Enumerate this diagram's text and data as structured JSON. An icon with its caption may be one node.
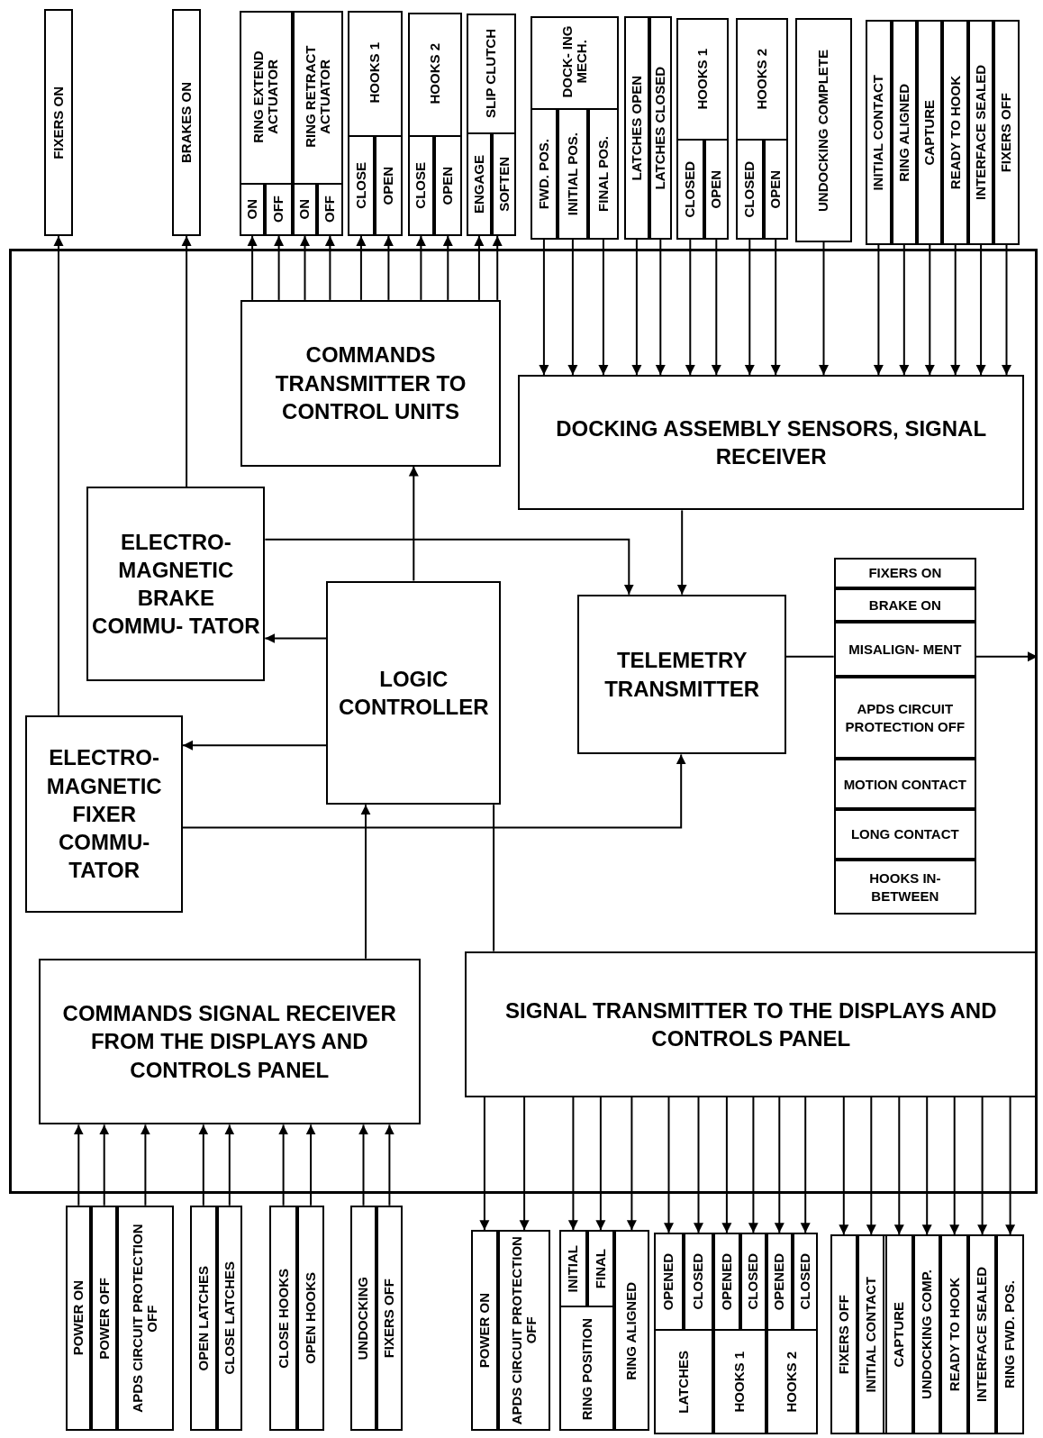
{
  "diagram": {
    "nodes": [
      {
        "text": [
          "FIXERS ON"
        ]
      },
      {
        "text": [
          "BRAKES ON"
        ]
      },
      {
        "text": [
          "RING EXTEND ACTUATOR"
        ]
      },
      {
        "text": [
          "ON"
        ],
        "in": 2
      },
      {
        "text": [
          "OFF"
        ],
        "in": 2
      },
      {
        "text": [
          "RING RETRACT ACTUATOR"
        ]
      },
      {
        "text": [
          "ON"
        ],
        "in": 5
      },
      {
        "text": [
          "OFF"
        ],
        "in": 5
      },
      {
        "text": [
          "HOOKS 1"
        ]
      },
      {
        "text": [
          "CLOSE"
        ],
        "in": 8
      },
      {
        "text": [
          "OPEN"
        ],
        "in": 8
      },
      {
        "text": [
          "HOOKS 2"
        ]
      },
      {
        "text": [
          "CLOSE"
        ],
        "in": 11
      },
      {
        "text": [
          "OPEN"
        ],
        "in": 11
      },
      {
        "text": [
          "SLIP CLUTCH"
        ]
      },
      {
        "text": [
          "ENGAGE"
        ],
        "in": 14
      },
      {
        "text": [
          "SOFTEN"
        ],
        "in": 14
      },
      {
        "text": [
          "DOCK- ING MECH."
        ]
      },
      {
        "text": [
          "FWD. POS."
        ],
        "in": 17
      },
      {
        "text": [
          "INITIAL POS."
        ],
        "in": 17
      },
      {
        "text": [
          "FINAL POS."
        ],
        "in": 17
      },
      {
        "text": [],
        "shape": "box"
      },
      {
        "text": [
          "LATCHES OPEN"
        ],
        "in": 21
      },
      {
        "text": [
          "LATCHES CLOSED"
        ],
        "in": 21
      },
      {
        "text": [
          "HOOKS 1"
        ]
      },
      {
        "text": [
          "CLOSED"
        ],
        "in": 24
      },
      {
        "text": [
          "OPEN"
        ],
        "in": 24
      },
      {
        "text": [
          "HOOKS 2"
        ]
      },
      {
        "text": [
          "CLOSED"
        ],
        "in": 27
      },
      {
        "text": [
          "OPEN"
        ],
        "in": 27
      },
      {
        "text": [
          "UNDOCKING COMPLETE"
        ]
      },
      {
        "text": [],
        "shape": "box"
      },
      {
        "text": [
          "INITIAL CONTACT"
        ],
        "in": 31
      },
      {
        "text": [
          "RING ALIGNED"
        ],
        "in": 31
      },
      {
        "text": [
          "CAPTURE"
        ],
        "in": 31
      },
      {
        "text": [
          "READY TO HOOK"
        ],
        "in": 31
      },
      {
        "text": [
          "INTERFACE SEALED"
        ],
        "in": 31
      },
      {
        "text": [
          "FIXERS OFF"
        ],
        "in": 31
      },
      {
        "text": [],
        "shape": "box"
      },
      {
        "text": [
          "COMMANDS TRANSMITTER TO CONTROL UNITS"
        ],
        "in": 38
      },
      {
        "text": [
          "DOCKING ASSEMBLY SENSORS, SIGNAL RECEIVER"
        ],
        "in": 38
      },
      {
        "text": [
          "ELECTRO- MAGNETIC BRAKE COMMU- TATOR"
        ],
        "in": 38
      },
      {
        "text": [
          "LOGIC CONTROLLER"
        ],
        "in": 38
      },
      {
        "text": [
          "TELEMETRY TRANSMITTER"
        ],
        "in": 38
      },
      {
        "text": [],
        "shape": "box",
        "in": 38
      },
      {
        "text": [
          "FIXERS ON"
        ],
        "in": 44
      },
      {
        "text": [
          "BRAKE ON"
        ],
        "in": 44
      },
      {
        "text": [
          "MISALIGN- MENT"
        ],
        "in": 44
      },
      {
        "text": [
          "APDS CIRCUIT PROTECTION OFF"
        ],
        "in": 44
      },
      {
        "text": [
          "MOTION CONTACT"
        ],
        "in": 44
      },
      {
        "text": [
          "LONG CONTACT"
        ],
        "in": 44
      },
      {
        "text": [
          "HOOKS IN-BETWEEN"
        ],
        "in": 44
      },
      {
        "text": [
          "ELECTRO- MAGNETIC FIXER COMMU- TATOR"
        ],
        "in": 38
      },
      {
        "text": [
          "COMMANDS SIGNAL RECEIVER FROM THE DISPLAYS AND CONTROLS PANEL"
        ],
        "in": 38
      },
      {
        "text": [
          "SIGNAL TRANSMITTER TO THE DISPLAYS AND CONTROLS PANEL"
        ],
        "in": 38
      },
      {
        "text": [],
        "shape": "box"
      },
      {
        "text": [
          "POWER ON"
        ],
        "in": 55
      },
      {
        "text": [
          "POWER OFF"
        ],
        "in": 55
      },
      {
        "text": [
          "APDS CIRCUIT PROTECTION OFF"
        ],
        "in": 55
      },
      {
        "text": [],
        "shape": "box"
      },
      {
        "text": [
          "OPEN LATCHES"
        ],
        "in": 59
      },
      {
        "text": [
          "CLOSE LATCHES"
        ],
        "in": 59
      },
      {
        "text": [],
        "shape": "box"
      },
      {
        "text": [
          "CLOSE HOOKS"
        ],
        "in": 62
      },
      {
        "text": [
          "OPEN HOOKS"
        ],
        "in": 62
      },
      {
        "text": [],
        "shape": "box"
      },
      {
        "text": [
          "UNDOCKING"
        ],
        "in": 65
      },
      {
        "text": [
          "FIXERS OFF"
        ],
        "in": 65
      },
      {
        "text": [],
        "shape": "box"
      },
      {
        "text": [
          "POWER ON"
        ],
        "in": 68
      },
      {
        "text": [
          "APDS CIRCUIT PROTECTION OFF"
        ],
        "in": 68
      },
      {
        "text": [],
        "shape": "box"
      },
      {
        "text": [
          "RING POSITION"
        ],
        "in": 71
      },
      {
        "text": [
          "INITIAL"
        ],
        "in": 72
      },
      {
        "text": [
          "FINAL"
        ],
        "in": 72
      },
      {
        "text": [
          "RING ALIGNED"
        ],
        "in": 71
      },
      {
        "text": [],
        "shape": "box"
      },
      {
        "text": [
          "LATCHES"
        ],
        "in": 76
      },
      {
        "text": [
          "OPENED"
        ],
        "in": 77
      },
      {
        "text": [
          "CLOSED"
        ],
        "in": 77
      },
      {
        "text": [
          "HOOKS 1"
        ],
        "in": 76
      },
      {
        "text": [
          "OPENED"
        ],
        "in": 80
      },
      {
        "text": [
          "CLOSED"
        ],
        "in": 80
      },
      {
        "text": [
          "HOOKS 2"
        ],
        "in": 76
      },
      {
        "text": [
          "OPENED"
        ],
        "in": 83
      },
      {
        "text": [
          "CLOSED"
        ],
        "in": 83
      },
      {
        "text": [],
        "shape": "box"
      },
      {
        "text": [
          "FIXERS OFF"
        ],
        "in": 86
      },
      {
        "text": [
          "INITIAL CONTACT"
        ],
        "in": 86
      },
      {
        "text": [
          "CAPTURE"
        ],
        "in": 86
      },
      {
        "text": [
          "UNDOCKING COMP."
        ],
        "in": 86
      },
      {
        "text": [
          "READY TO HOOK"
        ],
        "in": 86
      },
      {
        "text": [
          "INTERFACE SEALED"
        ],
        "in": 86
      },
      {
        "text": [
          "RING FWD. POS."
        ],
        "in": 86
      }
    ],
    "edges": [
      {
        "from": 52,
        "to": 0,
        "arrow": "to"
      },
      {
        "from": 41,
        "to": 1,
        "arrow": "to"
      },
      {
        "from": 39,
        "to": 3,
        "arrow": "to"
      },
      {
        "from": 39,
        "to": 4,
        "arrow": "to"
      },
      {
        "from": 39,
        "to": 6,
        "arrow": "to"
      },
      {
        "from": 39,
        "to": 7,
        "arrow": "to"
      },
      {
        "from": 39,
        "to": 9,
        "arrow": "to"
      },
      {
        "from": 39,
        "to": 10,
        "arrow": "to"
      },
      {
        "from": 39,
        "to": 12,
        "arrow": "to"
      },
      {
        "from": 39,
        "to": 13,
        "arrow": "to"
      },
      {
        "from": 39,
        "to": 15,
        "arrow": "to"
      },
      {
        "from": 39,
        "to": 16,
        "arrow": "to"
      },
      {
        "from": 18,
        "to": 40,
        "arrow": "to"
      },
      {
        "from": 19,
        "to": 40,
        "arrow": "to"
      },
      {
        "from": 20,
        "to": 40,
        "arrow": "to"
      },
      {
        "from": 22,
        "to": 40,
        "arrow": "to"
      },
      {
        "from": 23,
        "to": 40,
        "arrow": "to"
      },
      {
        "from": 25,
        "to": 40,
        "arrow": "to"
      },
      {
        "from": 26,
        "to": 40,
        "arrow": "to"
      },
      {
        "from": 28,
        "to": 40,
        "arrow": "to"
      },
      {
        "from": 29,
        "to": 40,
        "arrow": "to"
      },
      {
        "from": 30,
        "to": 40,
        "arrow": "to"
      },
      {
        "from": 32,
        "to": 40,
        "arrow": "to"
      },
      {
        "from": 33,
        "to": 40,
        "arrow": "to"
      },
      {
        "from": 34,
        "to": 40,
        "arrow": "to"
      },
      {
        "from": 35,
        "to": 40,
        "arrow": "to"
      },
      {
        "from": 36,
        "to": 40,
        "arrow": "to"
      },
      {
        "from": 37,
        "to": 40,
        "arrow": "to"
      },
      {
        "from": 42,
        "to": 39,
        "arrow": "to"
      },
      {
        "from": 40,
        "to": 43,
        "arrow": "to"
      },
      {
        "from": 41,
        "to": 43,
        "arrow": "to"
      },
      {
        "from": 42,
        "to": 41,
        "arrow": "to"
      },
      {
        "from": 42,
        "to": 52,
        "arrow": "to"
      },
      {
        "from": 52,
        "to": 43,
        "arrow": "to"
      },
      {
        "from": 53,
        "to": 42,
        "arrow": "to"
      },
      {
        "from": 42,
        "to": 54,
        "arrow": "none"
      },
      {
        "from": 43,
        "to": 44,
        "arrow": "none"
      },
      {
        "from": 44,
        "to": null,
        "arrow": "to"
      },
      {
        "from": 56,
        "to": 53,
        "arrow": "to"
      },
      {
        "from": 57,
        "to": 53,
        "arrow": "to"
      },
      {
        "from": 58,
        "to": 53,
        "arrow": "to"
      },
      {
        "from": 60,
        "to": 53,
        "arrow": "to"
      },
      {
        "from": 61,
        "to": 53,
        "arrow": "to"
      },
      {
        "from": 63,
        "to": 53,
        "arrow": "to"
      },
      {
        "from": 64,
        "to": 53,
        "arrow": "to"
      },
      {
        "from": 66,
        "to": 53,
        "arrow": "to"
      },
      {
        "from": 67,
        "to": 53,
        "arrow": "to"
      },
      {
        "from": 54,
        "to": 69,
        "arrow": "to"
      },
      {
        "from": 54,
        "to": 70,
        "arrow": "to"
      },
      {
        "from": 54,
        "to": 73,
        "arrow": "to"
      },
      {
        "from": 54,
        "to": 74,
        "arrow": "to"
      },
      {
        "from": 54,
        "to": 75,
        "arrow": "to"
      },
      {
        "from": 54,
        "to": 78,
        "arrow": "to"
      },
      {
        "from": 54,
        "to": 79,
        "arrow": "to"
      },
      {
        "from": 54,
        "to": 81,
        "arrow": "to"
      },
      {
        "from": 54,
        "to": 82,
        "arrow": "to"
      },
      {
        "from": 54,
        "to": 84,
        "arrow": "to"
      },
      {
        "from": 54,
        "to": 85,
        "arrow": "to"
      },
      {
        "from": 54,
        "to": 87,
        "arrow": "to"
      },
      {
        "from": 54,
        "to": 88,
        "arrow": "to"
      },
      {
        "from": 54,
        "to": 89,
        "arrow": "to"
      },
      {
        "from": 54,
        "to": 90,
        "arrow": "to"
      },
      {
        "from": 54,
        "to": 91,
        "arrow": "to"
      },
      {
        "from": 54,
        "to": 92,
        "arrow": "to"
      },
      {
        "from": 54,
        "to": 93,
        "arrow": "to"
      }
    ]
  }
}
